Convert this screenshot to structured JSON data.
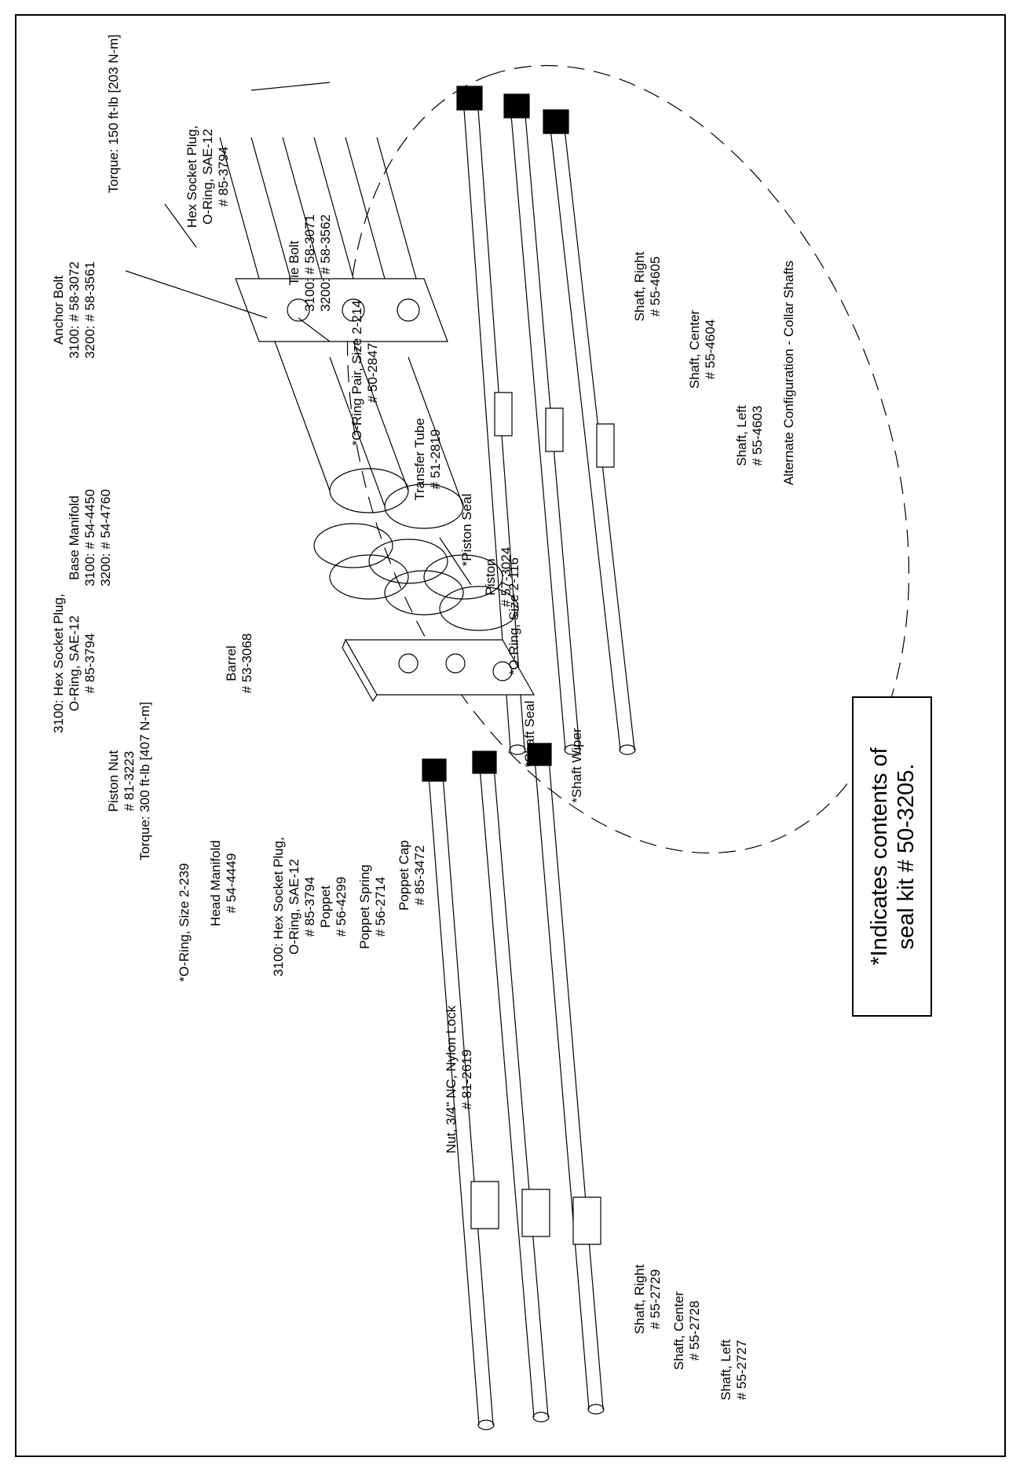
{
  "labels": {
    "torque_top": "Torque: 150 ft-lb [203 N-m]",
    "hex_plug_top": [
      "Hex Socket Plug,",
      "O-Ring, SAE-12",
      "# 85-3794"
    ],
    "anchor_bolt": [
      "Anchor Bolt",
      "3100: # 58-3072",
      "3200: # 58-3561"
    ],
    "tie_bolt": [
      "Tie Bolt",
      "3100: # 58-3071",
      "3200: # 58-3562"
    ],
    "base_manifold": [
      "Base Manifold",
      "3100: # 54-4450",
      "3200: # 54-4760"
    ],
    "oring_pair": [
      "*O-Ring Pair, Size 2-214",
      "# 50-2847"
    ],
    "transfer_tube": [
      "Transfer Tube",
      "# 51-2819"
    ],
    "piston_seal": "*Piston Seal",
    "piston": [
      "Piston",
      "# 57-3024"
    ],
    "oring_116": "*O-Ring, Size 2-116",
    "barrel": [
      "Barrel",
      "# 53-3068"
    ],
    "hex_plug_left": [
      "3100: Hex Socket Plug,",
      "O-Ring, SAE-12",
      "# 85-3794"
    ],
    "piston_nut": [
      "Piston Nut",
      "# 81-3223",
      "Torque: 300 ft-lb [407 N-m]"
    ],
    "oring_239": "*O-Ring, Size 2-239",
    "head_manifold": [
      "Head Manifold",
      "# 54-4449"
    ],
    "hex_plug_mid": [
      "3100: Hex Socket Plug,",
      "O-Ring, SAE-12",
      "# 85-3794"
    ],
    "poppet": [
      "Poppet",
      "# 56-4299"
    ],
    "poppet_spring": [
      "Poppet Spring",
      "# 56-2714"
    ],
    "poppet_cap": [
      "Poppet Cap",
      "# 85-3472"
    ],
    "shaft_seal": "*Shaft Seal",
    "shaft_wiper": "*Shaft Wiper",
    "nut_nylon": [
      "Nut, 3/4\" NC, Nylon Lock",
      "# 81-2619"
    ],
    "shaft_right_low": [
      "Shaft, Right",
      "# 55-2729"
    ],
    "shaft_center_low": [
      "Shaft, Center",
      "# 55-2728"
    ],
    "shaft_left_low": [
      "Shaft, Left",
      "# 55-2727"
    ],
    "shaft_right_alt": [
      "Shaft, Right",
      "# 55-4605"
    ],
    "shaft_center_alt": [
      "Shaft, Center",
      "# 55-4604"
    ],
    "shaft_left_alt": [
      "Shaft, Left",
      "# 55-4603"
    ],
    "alt_config": "Alternate Configuration - Collar Shafts",
    "kit_note": [
      "*Indicates contents of",
      "seal kit # 50-3205."
    ]
  }
}
